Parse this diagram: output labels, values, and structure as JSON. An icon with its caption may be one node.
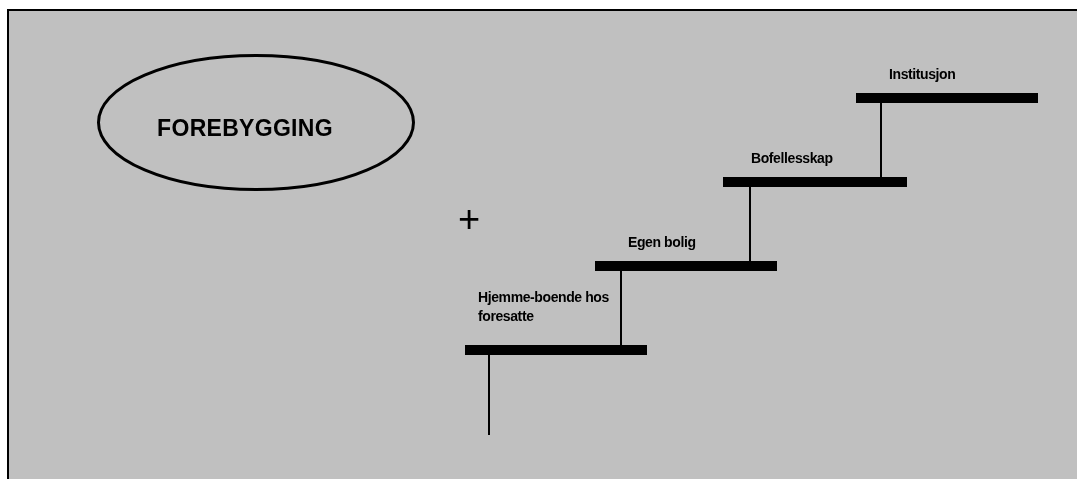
{
  "diagram": {
    "nodes": [
      {
        "text": [
          "FOREBYGGING"
        ]
      },
      {
        "text": [
          "Hjemme-boende hos foresatte"
        ]
      },
      {
        "text": [
          "Egen bolig"
        ]
      },
      {
        "text": [
          "Bofellesskap"
        ]
      },
      {
        "text": [
          "Institusjon"
        ]
      }
    ],
    "edges": [
      {
        "from": null,
        "to": 1,
        "arrow": "none"
      },
      {
        "from": 1,
        "to": 2,
        "arrow": "none"
      },
      {
        "from": 2,
        "to": 3,
        "arrow": "none"
      },
      {
        "from": 3,
        "to": 4,
        "arrow": "none"
      }
    ],
    "labels": [
      "+"
    ]
  }
}
